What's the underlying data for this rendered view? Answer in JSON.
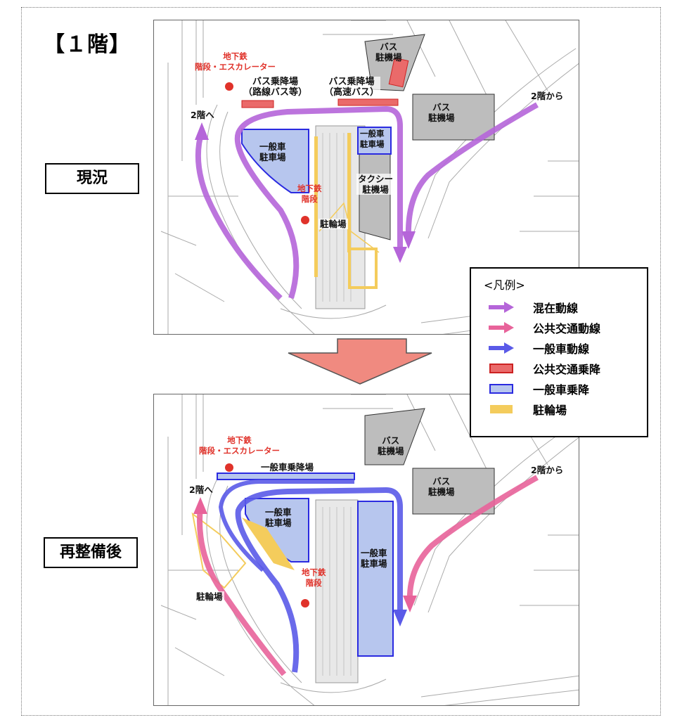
{
  "floor_title": "【１階】",
  "states": {
    "current": "現況",
    "after": "再整備後"
  },
  "legend": {
    "title": "<凡例>",
    "items": [
      {
        "label": "混在動線",
        "color": "#b565d9"
      },
      {
        "label": "公共交通動線",
        "color": "#e8639a"
      },
      {
        "label": "一般車動線",
        "color": "#5a5ae8"
      },
      {
        "label": "公共交通乗降",
        "color": "#ea6a6a"
      },
      {
        "label": "一般車乗降",
        "color": "#3a3acc"
      },
      {
        "label": "駐輪場",
        "color": "#f4cc5c"
      }
    ]
  },
  "current_map": {
    "subway_escalator": [
      "地下鉄",
      "階段・エスカレーター"
    ],
    "bus_stop_local": [
      "バス乗降場",
      "（路線バス等）"
    ],
    "bus_stop_express": [
      "バス乗降場",
      "（高速バス）"
    ],
    "bus_parking_top": [
      "バス",
      "駐機場"
    ],
    "bus_parking_right": [
      "バス",
      "駐機場"
    ],
    "from_2f": "2階から",
    "to_2f": "2階へ",
    "car_parking_left": [
      "一般車",
      "駐車場"
    ],
    "car_parking_right": [
      "一般車",
      "駐車場"
    ],
    "taxi": [
      "タクシー",
      "駐機場"
    ],
    "subway_stairs": [
      "地下鉄",
      "階段"
    ],
    "bicycle": "駐輪場"
  },
  "after_map": {
    "subway_escalator": [
      "地下鉄",
      "階段・エスカレーター"
    ],
    "car_dropoff": "一般車乗降場",
    "bus_parking_top": [
      "バス",
      "駐機場"
    ],
    "bus_parking_right": [
      "バス",
      "駐機場"
    ],
    "from_2f": "2階から",
    "to_2f": "2階へ",
    "car_parking_left": [
      "一般車",
      "駐車場"
    ],
    "car_parking_right": [
      "一般車",
      "駐車場"
    ],
    "subway_stairs": [
      "地下鉄",
      "階段"
    ],
    "bicycle": "駐輪場"
  }
}
